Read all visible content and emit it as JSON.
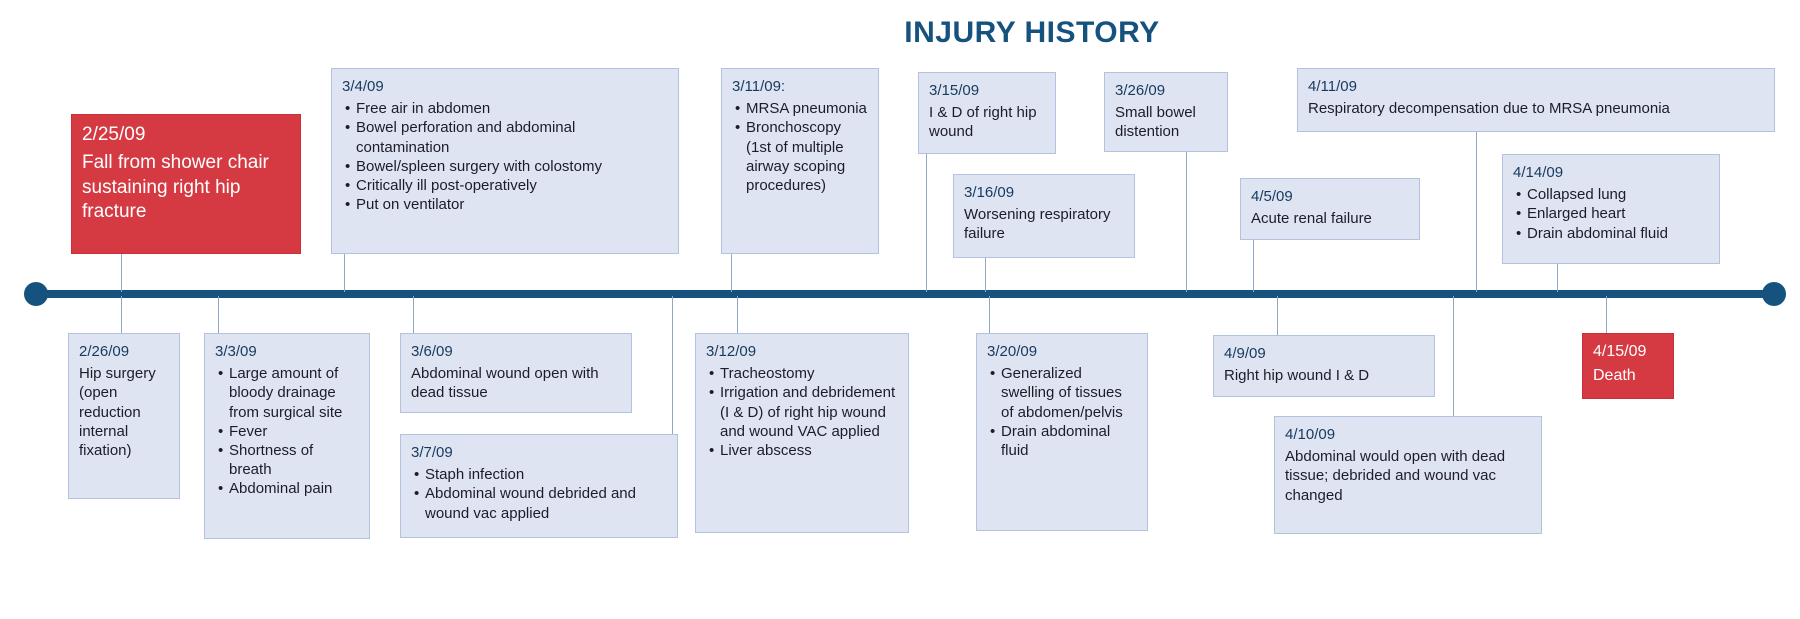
{
  "title": "INJURY HISTORY",
  "colors": {
    "timeline": "#15537e",
    "title_color": "#15537e",
    "event_box_bg": "#dee4f1",
    "event_box_border": "#b3c3df",
    "highlight_red": "#d53a43",
    "connector": "#92a8c8"
  },
  "events_above": [
    {
      "date": "2/25/09",
      "style": "red",
      "text": "Fall from shower chair sustaining right hip fracture"
    },
    {
      "date": "3/4/09",
      "bullets": [
        "Free air in abdomen",
        "Bowel perforation and abdominal contamination",
        "Bowel/spleen surgery with colostomy",
        "Critically ill post-operatively",
        "Put on ventilator"
      ]
    },
    {
      "date": "3/11/09:",
      "bullets": [
        "MRSA pneumonia",
        "Bronchoscopy (1st of multiple airway scoping procedures)"
      ]
    },
    {
      "date": "3/15/09",
      "text": "I & D of right hip wound"
    },
    {
      "date": "3/16/09",
      "text": "Worsening respiratory failure"
    },
    {
      "date": "3/26/09",
      "text": "Small bowel distention"
    },
    {
      "date": "4/5/09",
      "text": "Acute renal failure"
    },
    {
      "date": "4/11/09",
      "text": "Respiratory decompensation due to MRSA pneumonia"
    },
    {
      "date": "4/14/09",
      "bullets": [
        "Collapsed lung",
        "Enlarged heart",
        "Drain abdominal fluid"
      ]
    }
  ],
  "events_below": [
    {
      "date": "2/26/09",
      "text": "Hip surgery (open reduction internal fixation)"
    },
    {
      "date": "3/3/09",
      "bullets": [
        "Large amount of bloody drainage from surgical site",
        "Fever",
        "Shortness of breath",
        "Abdominal pain"
      ]
    },
    {
      "date": "3/6/09",
      "text": "Abdominal wound open with dead tissue"
    },
    {
      "date": "3/7/09",
      "bullets": [
        "Staph infection",
        "Abdominal wound debrided and wound vac applied"
      ]
    },
    {
      "date": "3/12/09",
      "bullets": [
        "Tracheostomy",
        "Irrigation and debridement (I & D) of right hip wound and wound VAC applied",
        "Liver abscess"
      ]
    },
    {
      "date": "3/20/09",
      "bullets": [
        "Generalized swelling of tissues of abdomen/pelvis",
        "Drain abdominal fluid"
      ]
    },
    {
      "date": "4/9/09",
      "text": "Right hip wound I & D"
    },
    {
      "date": "4/10/09",
      "text": "Abdominal would open with dead tissue; debrided and wound vac changed"
    },
    {
      "date": "4/15/09",
      "style": "red",
      "text": "Death"
    }
  ]
}
